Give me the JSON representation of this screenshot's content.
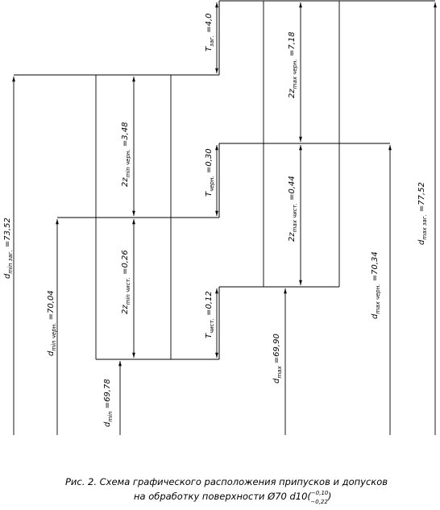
{
  "labels": {
    "t_zag": {
      "main": "T",
      "sub": "заг.",
      "val": " =4,0"
    },
    "t_chern": {
      "main": "T",
      "sub": "черн.",
      "val": " =0,30"
    },
    "t_chist": {
      "main": "T",
      "sub": "чист.",
      "val": " =0,12"
    },
    "z_max_chern": {
      "main": "2z",
      "sub": "max черн.",
      "val": " =7,18"
    },
    "z_max_chist": {
      "main": "2z",
      "sub": "max чист.",
      "val": " =0,44"
    },
    "z_min_chern": {
      "main": "2z",
      "sub": "min черн.",
      "val": " =3,48"
    },
    "z_min_chist": {
      "main": "2z",
      "sub": "min чист.",
      "val": " =0,26"
    },
    "d_min_zag": {
      "main": "d",
      "sub": "min заг.",
      "val": " =73,52"
    },
    "d_min_chern": {
      "main": "d",
      "sub": "min черн.",
      "val": " =70,04"
    },
    "d_min": {
      "main": "d",
      "sub": "min",
      "val": " =69,78"
    },
    "d_max": {
      "main": "d",
      "sub": "max",
      "val": " =69,90"
    },
    "d_max_chern": {
      "main": "d",
      "sub": "max черн.",
      "val": " =70,34"
    },
    "d_max_zag": {
      "main": "d",
      "sub": "max заг.",
      "val": " =77,52"
    }
  },
  "caption": {
    "line1": "Рис. 2. Схема графического расположения припусков и допусков",
    "line2_prefix": "на обработку поверхности  Ø70 d10(",
    "upper_dev": "−0,10",
    "lower_dev": "−0,22",
    "line2_suffix": ")"
  }
}
